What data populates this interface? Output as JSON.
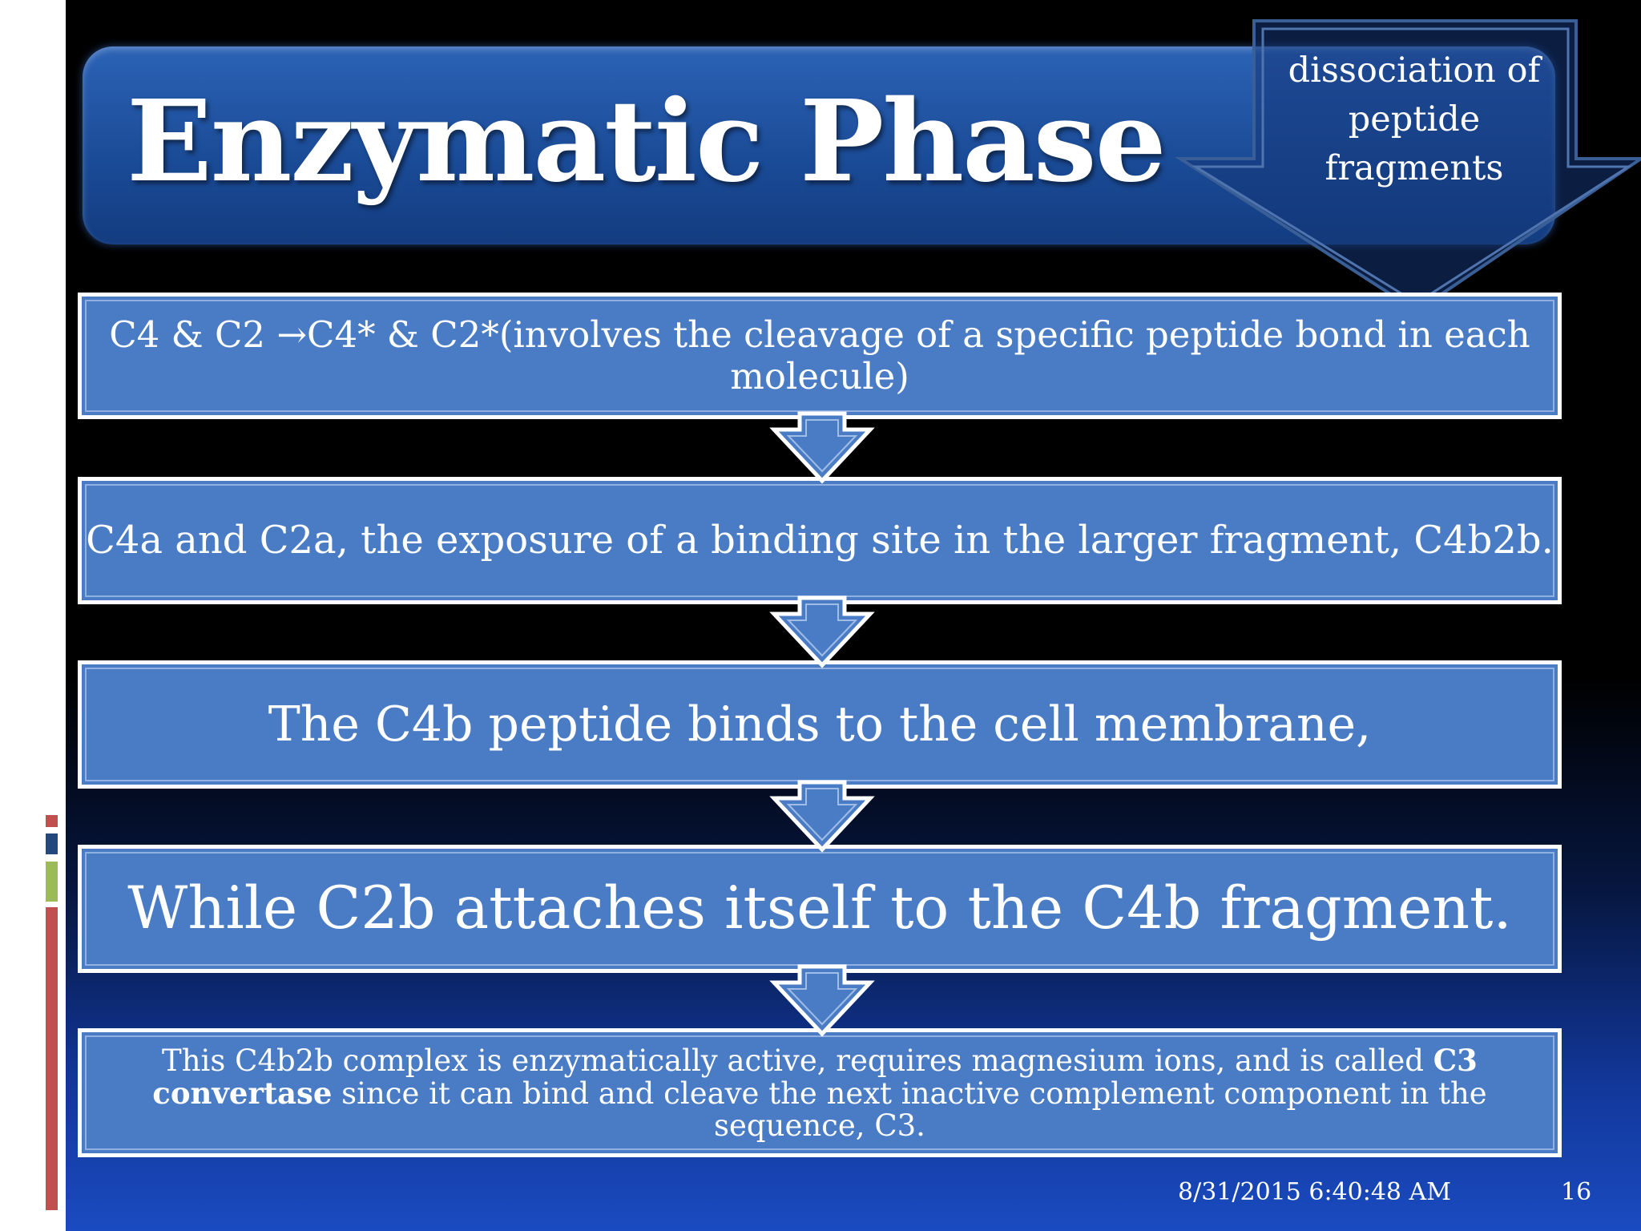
{
  "slide": {
    "title": "Enzymatic Phase",
    "callout": {
      "line1": "dissociation of",
      "line2": "peptide",
      "line3": "fragments"
    },
    "steps": [
      {
        "text": "C4 & C2 →C4* & C2*(involves the cleavage of a specific peptide bond in each molecule)"
      },
      {
        "text": "C4a and C2a, the exposure of a binding site in the larger fragment, C4b2b."
      },
      {
        "text": "The C4b peptide binds to the cell membrane,"
      },
      {
        "text": "While C2b attaches itself to the C4b fragment."
      },
      {
        "text_before": "This C4b2b complex is enzymatically active, requires magnesium ions, and is called ",
        "bold": "C3 convertase",
        "text_after": " since it can bind and cleave the next inactive complement component in the sequence, C3."
      }
    ],
    "footer": {
      "date": "8/31/2015 6:40:48 AM",
      "page_number": "16"
    }
  },
  "colors": {
    "box_fill": "#4a7cc6",
    "title_fill": "#1b4c98",
    "accent_red": "#c0504d",
    "accent_green": "#9bbb59",
    "accent_blue": "#24477e"
  }
}
